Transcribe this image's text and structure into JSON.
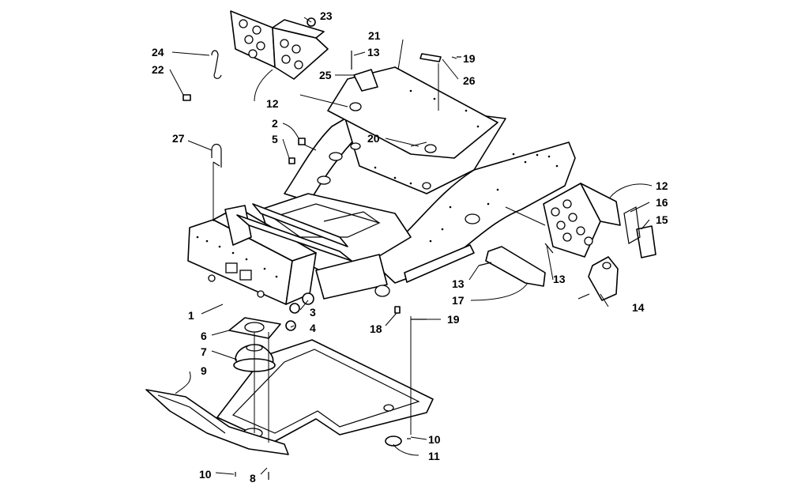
{
  "callouts": {
    "c1": "1",
    "c2": "2",
    "c3": "3",
    "c4": "4",
    "c5": "5",
    "c6": "6",
    "c7": "7",
    "c8": "8",
    "c9": "9",
    "c10a": "10",
    "c10b": "10",
    "c11": "11",
    "c12a": "12",
    "c12b": "12",
    "c13a": "13",
    "c13b": "13",
    "c13c": "13",
    "c14": "14",
    "c15": "15",
    "c16": "16",
    "c17": "17",
    "c18": "18",
    "c19a": "19",
    "c19b": "19",
    "c20": "20",
    "c21": "21",
    "c22": "22",
    "c23": "23",
    "c24": "24",
    "c25": "25",
    "c26": "26",
    "c27": "27"
  }
}
